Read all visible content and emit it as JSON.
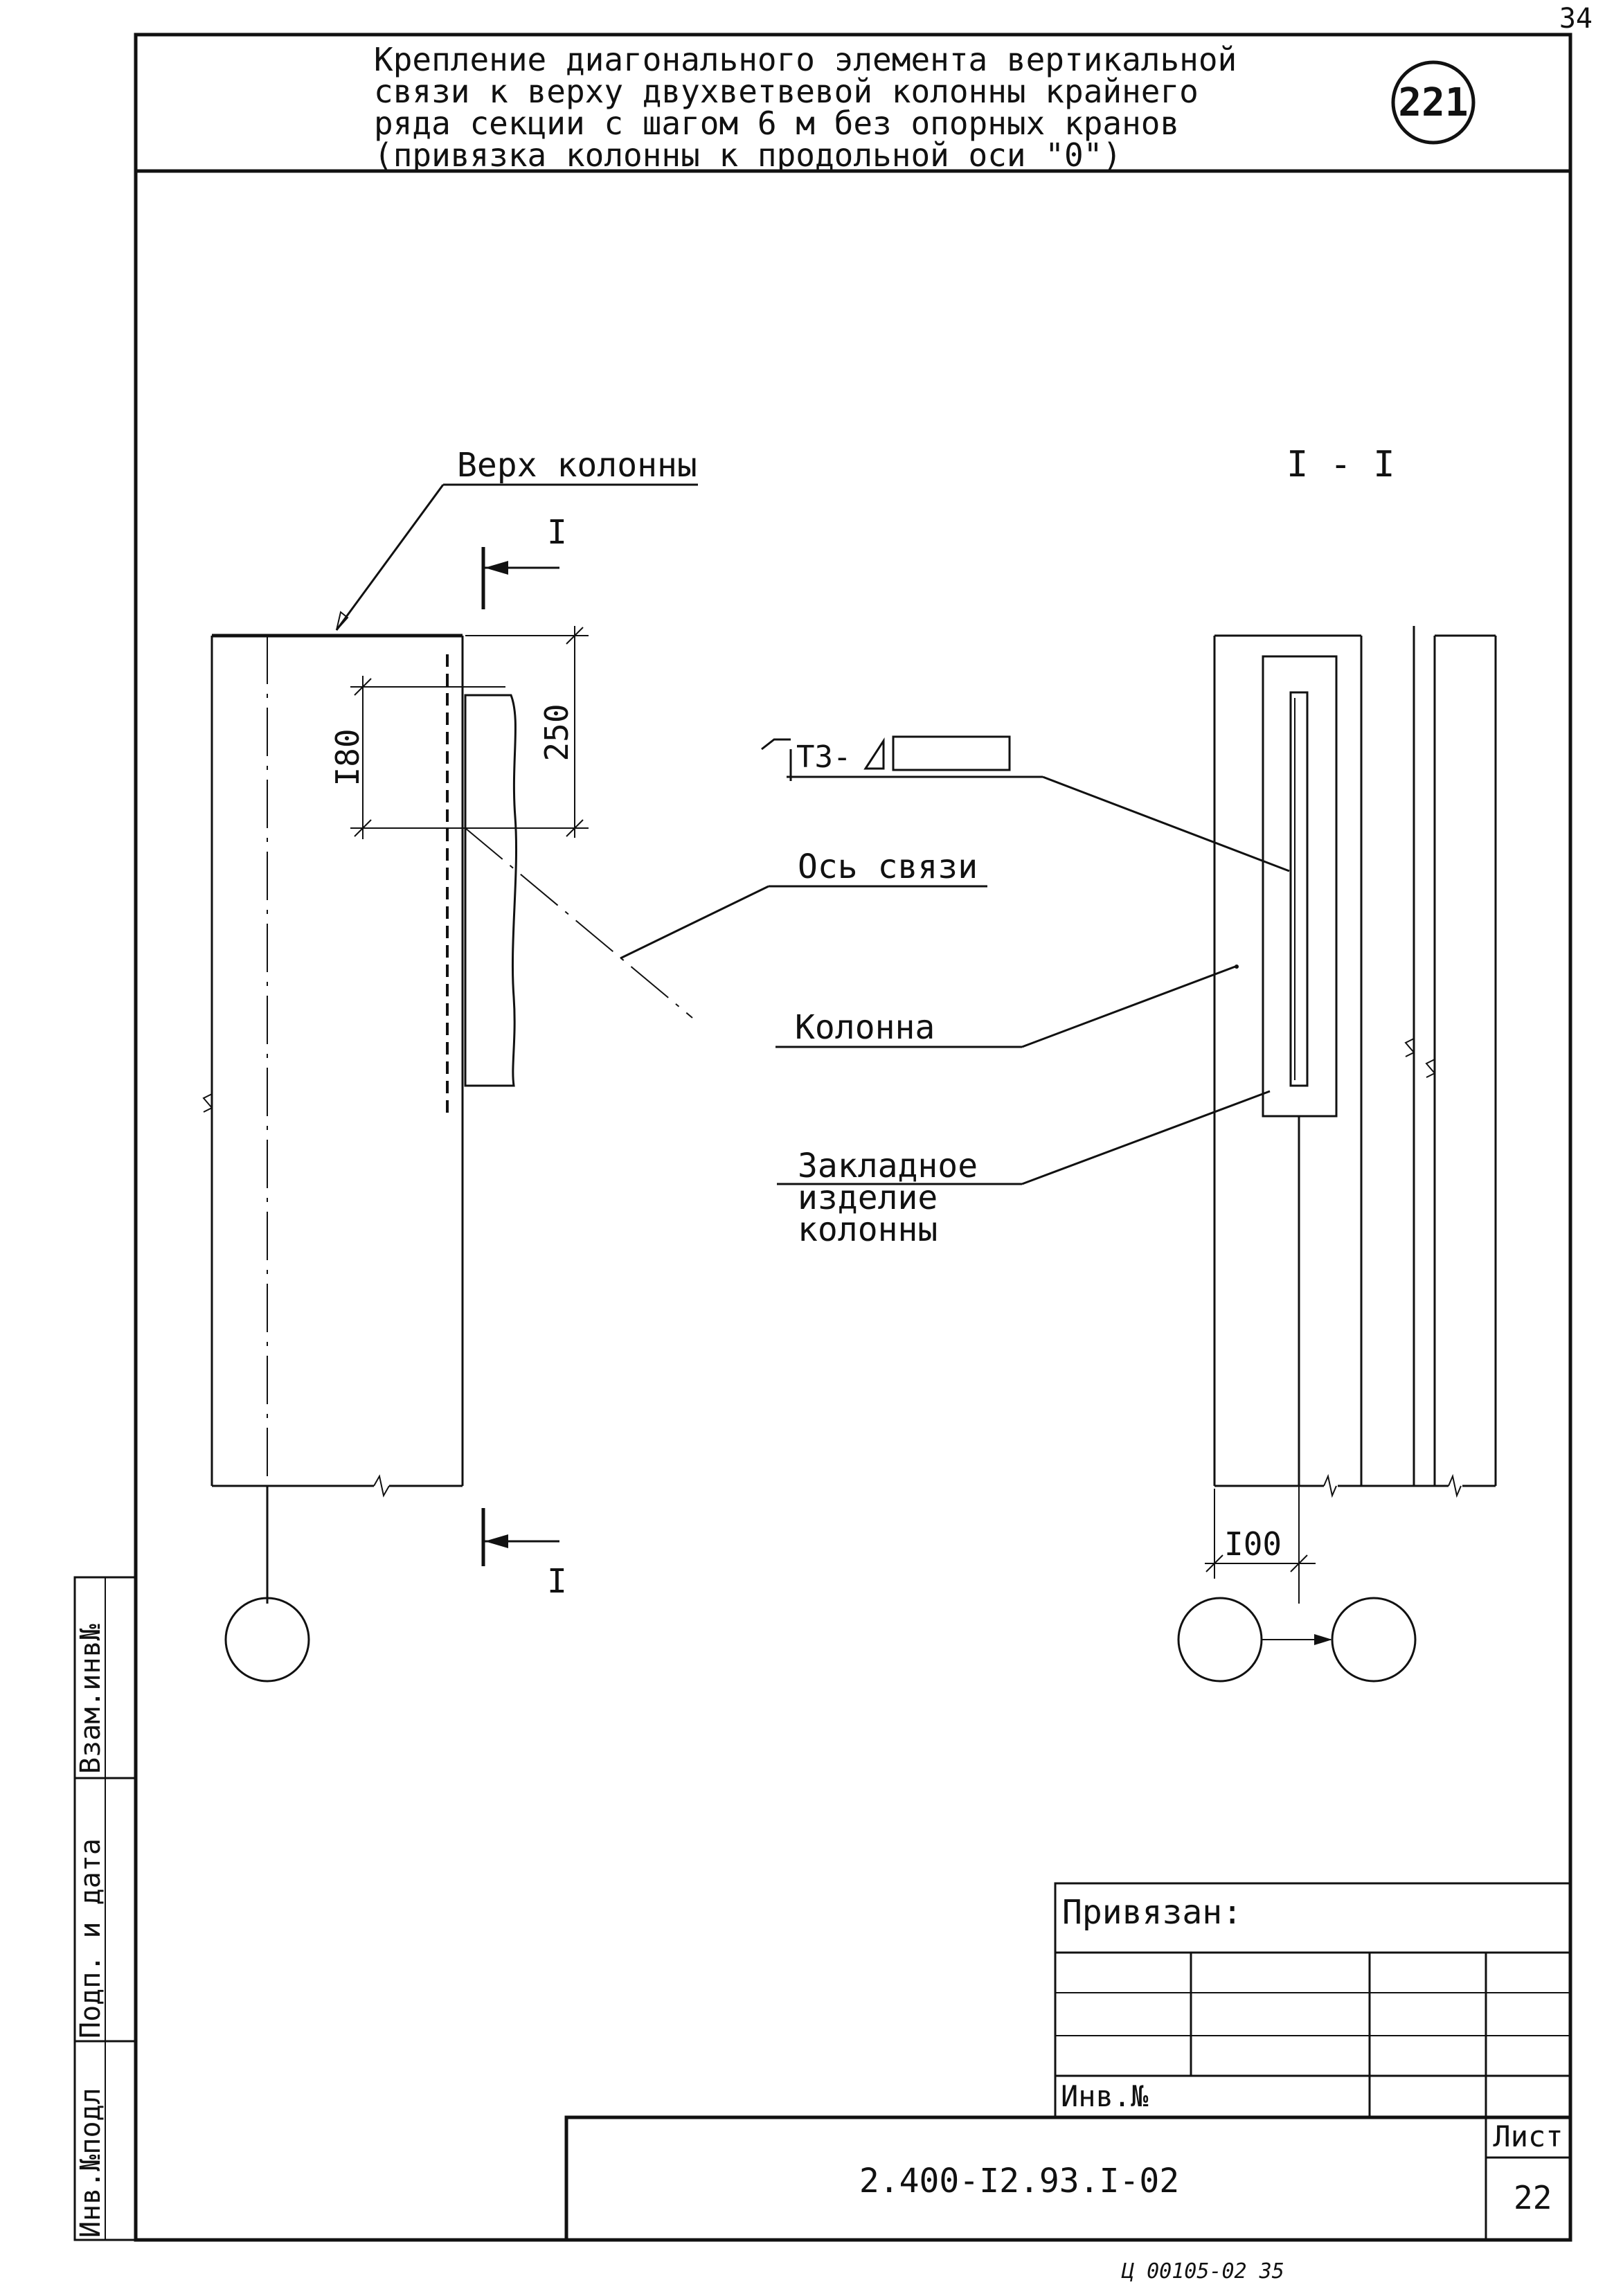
{
  "page_number_top": "34",
  "header": {
    "title_lines": [
      "Крепление диагонального элемента вертикальной",
      "связи к верху двухветвевой колонны крайнего",
      "ряда секции с шагом 6 м без опорных кранов",
      "(привязка колонны к продольной оси \"0\")"
    ],
    "node_number": "221"
  },
  "labels": {
    "column_top": "Верх колонны",
    "section_mark": "I",
    "section_title": "I - I",
    "bracing_axis": "Ось связи",
    "column": "Колонна",
    "embedded_line1": "Закладное",
    "embedded_line2": "изделие",
    "embedded_line3": "колонны",
    "weld": "Т3-"
  },
  "dimensions": {
    "d180": "I80",
    "d250": "250",
    "d100": "I00"
  },
  "side_stamp": [
    "Инв.№подл",
    "Подп. и дата",
    "Взам.инв№"
  ],
  "binding": {
    "title": "Привязан:",
    "inv": "Инв.№"
  },
  "title_block": {
    "code": "2.400-I2.93.I-02",
    "sheet_label": "Лист",
    "sheet_number": "22"
  },
  "bottom_note": "Ц 00105-02 35"
}
